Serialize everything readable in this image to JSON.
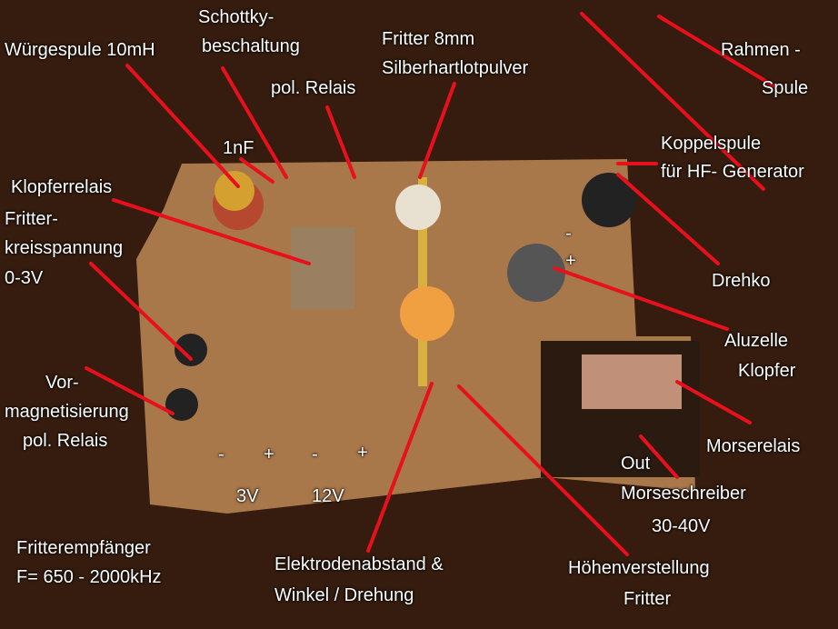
{
  "title": "Fritterempfänger",
  "frequency": "F= 650 - 2000kHz",
  "labels": {
    "wuergespule": "Würgespule 10mH",
    "schottky1": "Schottky-",
    "schottky2": "beschaltung",
    "fritter1": "Fritter 8mm",
    "fritter2": "Silberhartlotpulver",
    "rahmen1": "Rahmen -",
    "rahmen2": "Spule",
    "polrelais": "pol. Relais",
    "nf": "1nF",
    "koppel1": "Koppelspule",
    "koppel2": "für HF- Generator",
    "klopferrelais": "Klopferrelais",
    "kreis1": "Fritter-",
    "kreis2": "kreisspannung",
    "kreis3": "0-3V",
    "drehko": "Drehko",
    "alu1": "Aluzelle",
    "alu2": "Klopfer",
    "vor1": "Vor-",
    "vor2": "magnetisierung",
    "vor3": "pol. Relais",
    "morserelais": "Morserelais",
    "out1": "Out",
    "out2": "Morseschreiber",
    "out3": "30-40V",
    "minus1": "-",
    "plus1": "+",
    "minus2": "-",
    "plus2": "+",
    "v3": "3V",
    "v12": "12V",
    "elek1": "Elektrodenabstand &",
    "elek2": "Winkel / Drehung",
    "hoehe1": "Höhenverstellung",
    "hoehe2": "Fritter",
    "cell_minus": "-",
    "cell_plus": "+"
  },
  "colors": {
    "annotation_line": "#e8101c",
    "board": "#a8774a",
    "background": "#1a0f08"
  }
}
